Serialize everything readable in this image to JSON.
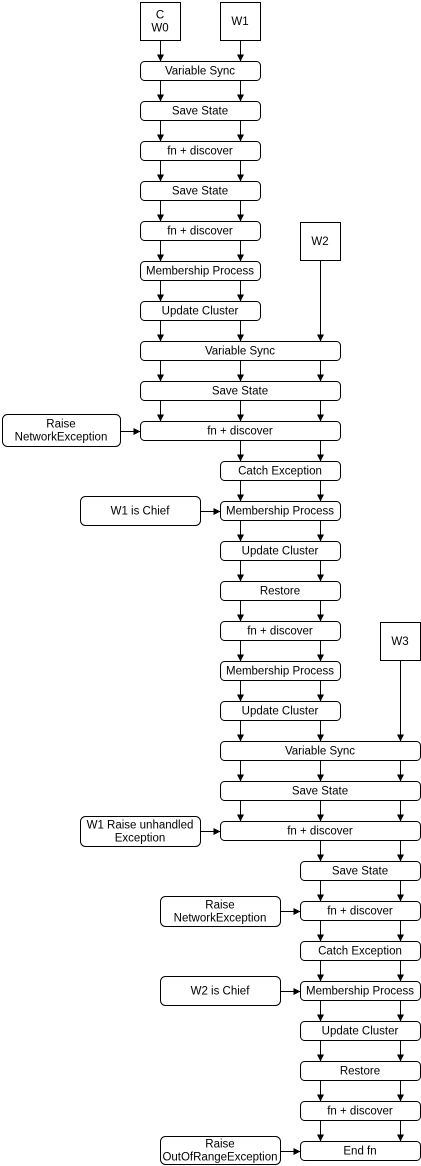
{
  "workers": {
    "w0": [
      "C",
      "W0"
    ],
    "w1": [
      "W1"
    ],
    "w2": [
      "W2"
    ],
    "w3": [
      "W3"
    ]
  },
  "phase1": {
    "variable_sync": [
      "Variable Sync"
    ],
    "save_state_1": [
      "Save State"
    ],
    "fn_discover_1": [
      "fn + discover"
    ],
    "save_state_2": [
      "Save State"
    ],
    "fn_discover_2": [
      "fn + discover"
    ],
    "membership": [
      "Membership Process"
    ],
    "update_cluster": [
      "Update Cluster"
    ]
  },
  "phase2": {
    "variable_sync": [
      "Variable Sync"
    ],
    "save_state": [
      "Save State"
    ],
    "raise_note": [
      "Raise",
      "NetworkException"
    ],
    "fn_discover": [
      "fn + discover"
    ],
    "catch_exception": [
      "Catch Exception"
    ],
    "chief_note": [
      "W1 is Chief"
    ],
    "membership": [
      "Membership Process"
    ],
    "update_cluster": [
      "Update Cluster"
    ],
    "restore": [
      "Restore"
    ],
    "fn_discover_2": [
      "fn + discover"
    ],
    "membership_2": [
      "Membership Process"
    ],
    "update_cluster_2": [
      "Update Cluster"
    ]
  },
  "phase3": {
    "variable_sync": [
      "Variable Sync"
    ],
    "save_state": [
      "Save State"
    ],
    "raise_note": [
      "W1 Raise unhandled",
      "Exception"
    ],
    "fn_discover": [
      "fn + discover"
    ]
  },
  "phase4": {
    "save_state": [
      "Save State"
    ],
    "raise_note": [
      "Raise",
      "NetworkException"
    ],
    "fn_discover": [
      "fn + discover"
    ],
    "catch_exception": [
      "Catch Exception"
    ],
    "chief_note": [
      "W2 is Chief"
    ],
    "membership": [
      "Membership Process"
    ],
    "update_cluster": [
      "Update Cluster"
    ],
    "restore": [
      "Restore"
    ],
    "fn_discover_2": [
      "fn + discover"
    ],
    "end_note": [
      "Raise",
      "OutOfRangeException"
    ],
    "end_fn": [
      "End fn"
    ]
  }
}
